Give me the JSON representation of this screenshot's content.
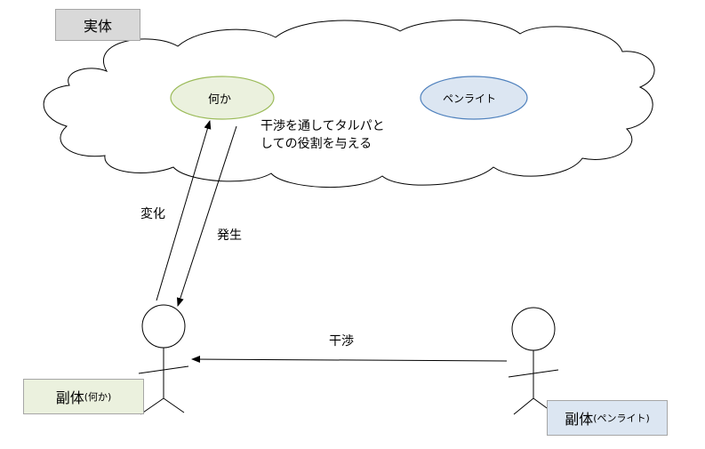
{
  "entity_box": {
    "label": "実体"
  },
  "nodes": {
    "something": {
      "label": "何か",
      "fill": "#ebf1de",
      "stroke": "#9bbb59"
    },
    "penlight": {
      "label": "ペンライト",
      "fill": "#dce6f2",
      "stroke": "#4f81bd"
    }
  },
  "annotation": {
    "line1": "干渉を通してタルパと",
    "line2": "しての役割を与える"
  },
  "arrows": {
    "change": "変化",
    "occur": "発生",
    "interfere": "干渉"
  },
  "sub_boxes": {
    "left": {
      "main": "副体",
      "sub": "(何か)"
    },
    "right": {
      "main": "副体",
      "sub": "(ペンライト)"
    }
  },
  "colors": {
    "cloud_stroke": "#000000",
    "gray_box": "#d9d9d9",
    "green_box": "#ebf1de",
    "blue_box": "#dce6f2"
  }
}
